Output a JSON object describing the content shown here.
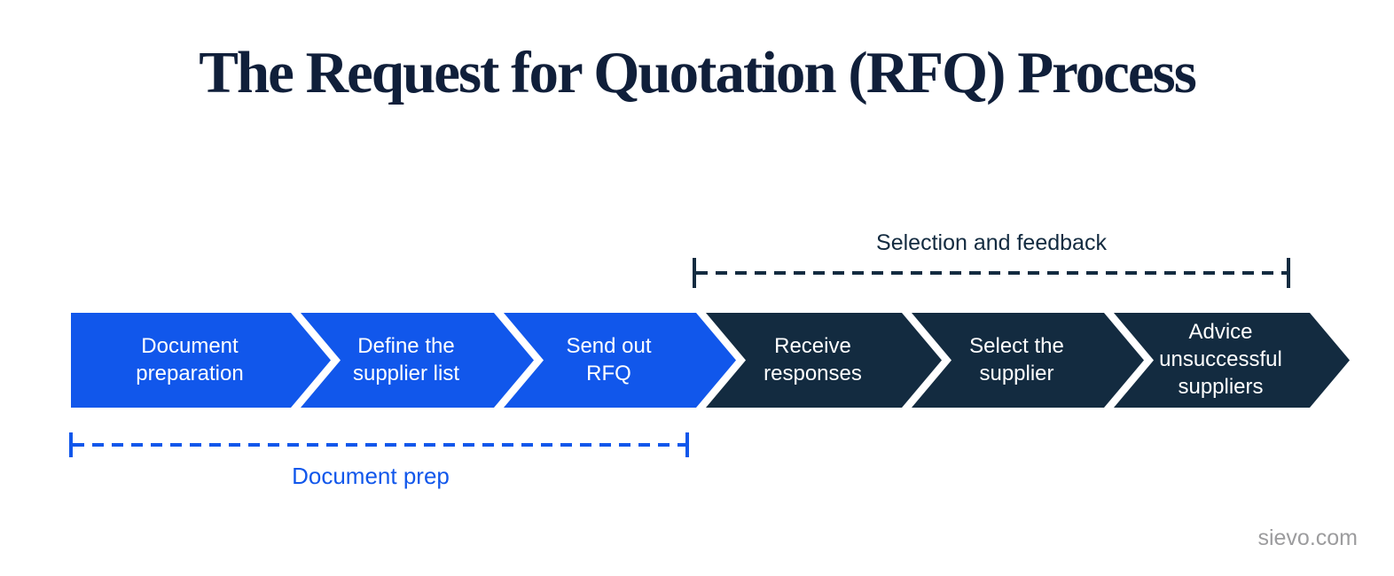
{
  "title": "The Request for Quotation (RFQ) Process",
  "colors": {
    "blue": "#1157EB",
    "navy": "#132B40",
    "title_navy": "#101F3A",
    "white": "#FFFFFF",
    "footer_gray": "#9C9C9E"
  },
  "process": {
    "steps": [
      {
        "label": "Document\npreparation",
        "phase": "document-prep"
      },
      {
        "label": "Define the\nsupplier list",
        "phase": "document-prep"
      },
      {
        "label": "Send out\nRFQ",
        "phase": "document-prep"
      },
      {
        "label": "Receive\nresponses",
        "phase": "selection-feedback"
      },
      {
        "label": "Select the\nsupplier",
        "phase": "selection-feedback"
      },
      {
        "label": "Advice\nunsuccessful\nsuppliers",
        "phase": "selection-feedback"
      }
    ]
  },
  "brackets": {
    "top": {
      "label": "Selection and feedback"
    },
    "bottom": {
      "label": "Document prep"
    }
  },
  "footer": {
    "website": "sievo.com"
  }
}
